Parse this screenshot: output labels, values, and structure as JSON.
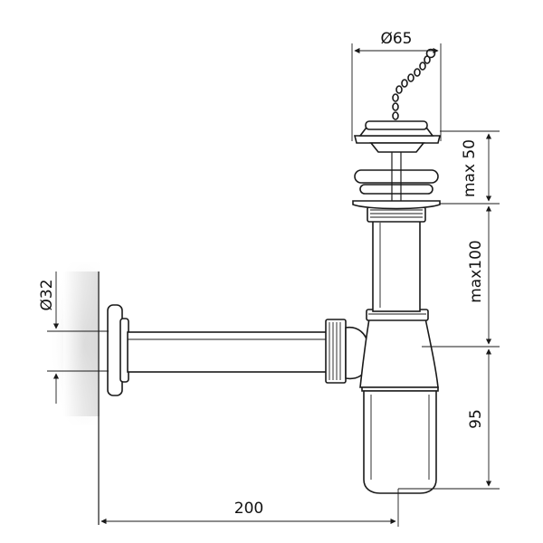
{
  "dimensions": {
    "top_diameter": "Ø65",
    "max_50": "max 50",
    "max_100": "max100",
    "side_95": "95",
    "bottom_200": "200",
    "inlet_diameter": "Ø32"
  },
  "colors": {
    "line": "#1a1a1a",
    "wall_shadow": "#d6d6d6",
    "background": "#ffffff"
  }
}
